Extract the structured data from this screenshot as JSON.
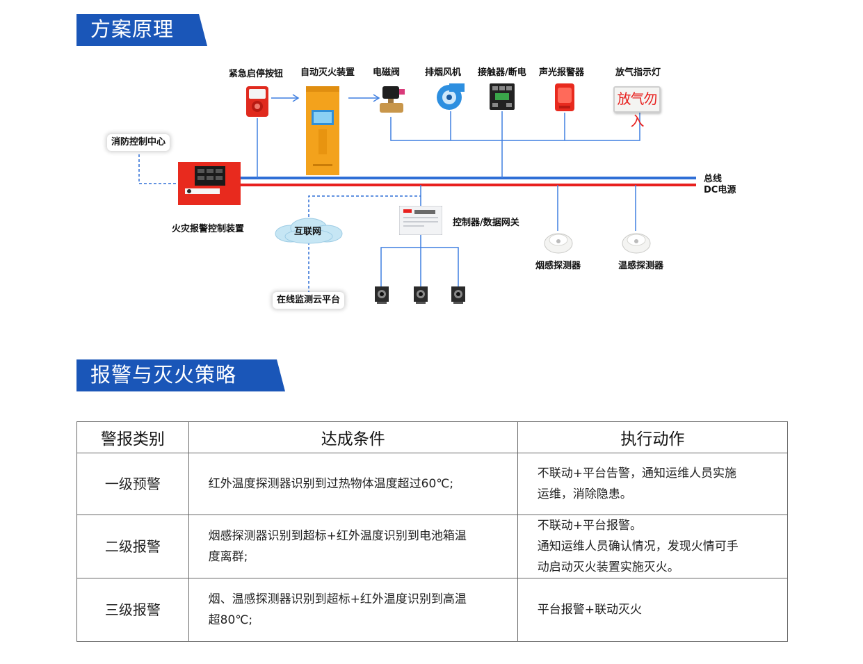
{
  "sections": {
    "principle_title": "方案原理",
    "strategy_title": "报警与灭火策略"
  },
  "diagram": {
    "devices": {
      "emergency_button": "紧急启停按钮",
      "auto_extinguisher": "自动灭火装置",
      "solenoid_valve": "电磁阀",
      "exhaust_fan": "排烟风机",
      "contactor": "接触器/断电",
      "alarm_light": "声光报警器",
      "release_light": "放气指示灯",
      "release_light_text": "放气勿入",
      "fire_control_center": "消防控制中心",
      "fire_alarm_controller": "火灾报警控制装置",
      "internet": "互联网",
      "cloud_platform": "在线监测云平台",
      "gateway": "控制器/数据网关",
      "smoke_detector": "烟感探测器",
      "temp_detector": "温感探测器"
    },
    "bus_labels": {
      "bus": "总线",
      "dc": "DC电源"
    },
    "colors": {
      "banner": "#1a56b8",
      "bus": "#2f6fd6",
      "power": "#e8201e",
      "line": "#3f7fe0"
    }
  },
  "strategy_table": {
    "headers": [
      "警报类别",
      "达成条件",
      "执行动作"
    ],
    "rows": [
      {
        "category": "一级预警",
        "condition": [
          "红外温度探测器识别到过热物体温度超过60℃;"
        ],
        "action": [
          "不联动+平台告警，通知运维人员实施",
          "运维，消除隐患。"
        ]
      },
      {
        "category": "二级报警",
        "condition": [
          "烟感探测器识别到超标+红外温度识别到电池箱温",
          "度离群;"
        ],
        "action": [
          "不联动+平台报警。",
          "通知运维人员确认情况，发现火情可手",
          "动启动灭火装置实施灭火。"
        ]
      },
      {
        "category": "三级报警",
        "condition": [
          "烟、温感探测器识别到超标+红外温度识别到高温",
          "超80℃;"
        ],
        "action": [
          "平台报警+联动灭火"
        ]
      }
    ]
  }
}
